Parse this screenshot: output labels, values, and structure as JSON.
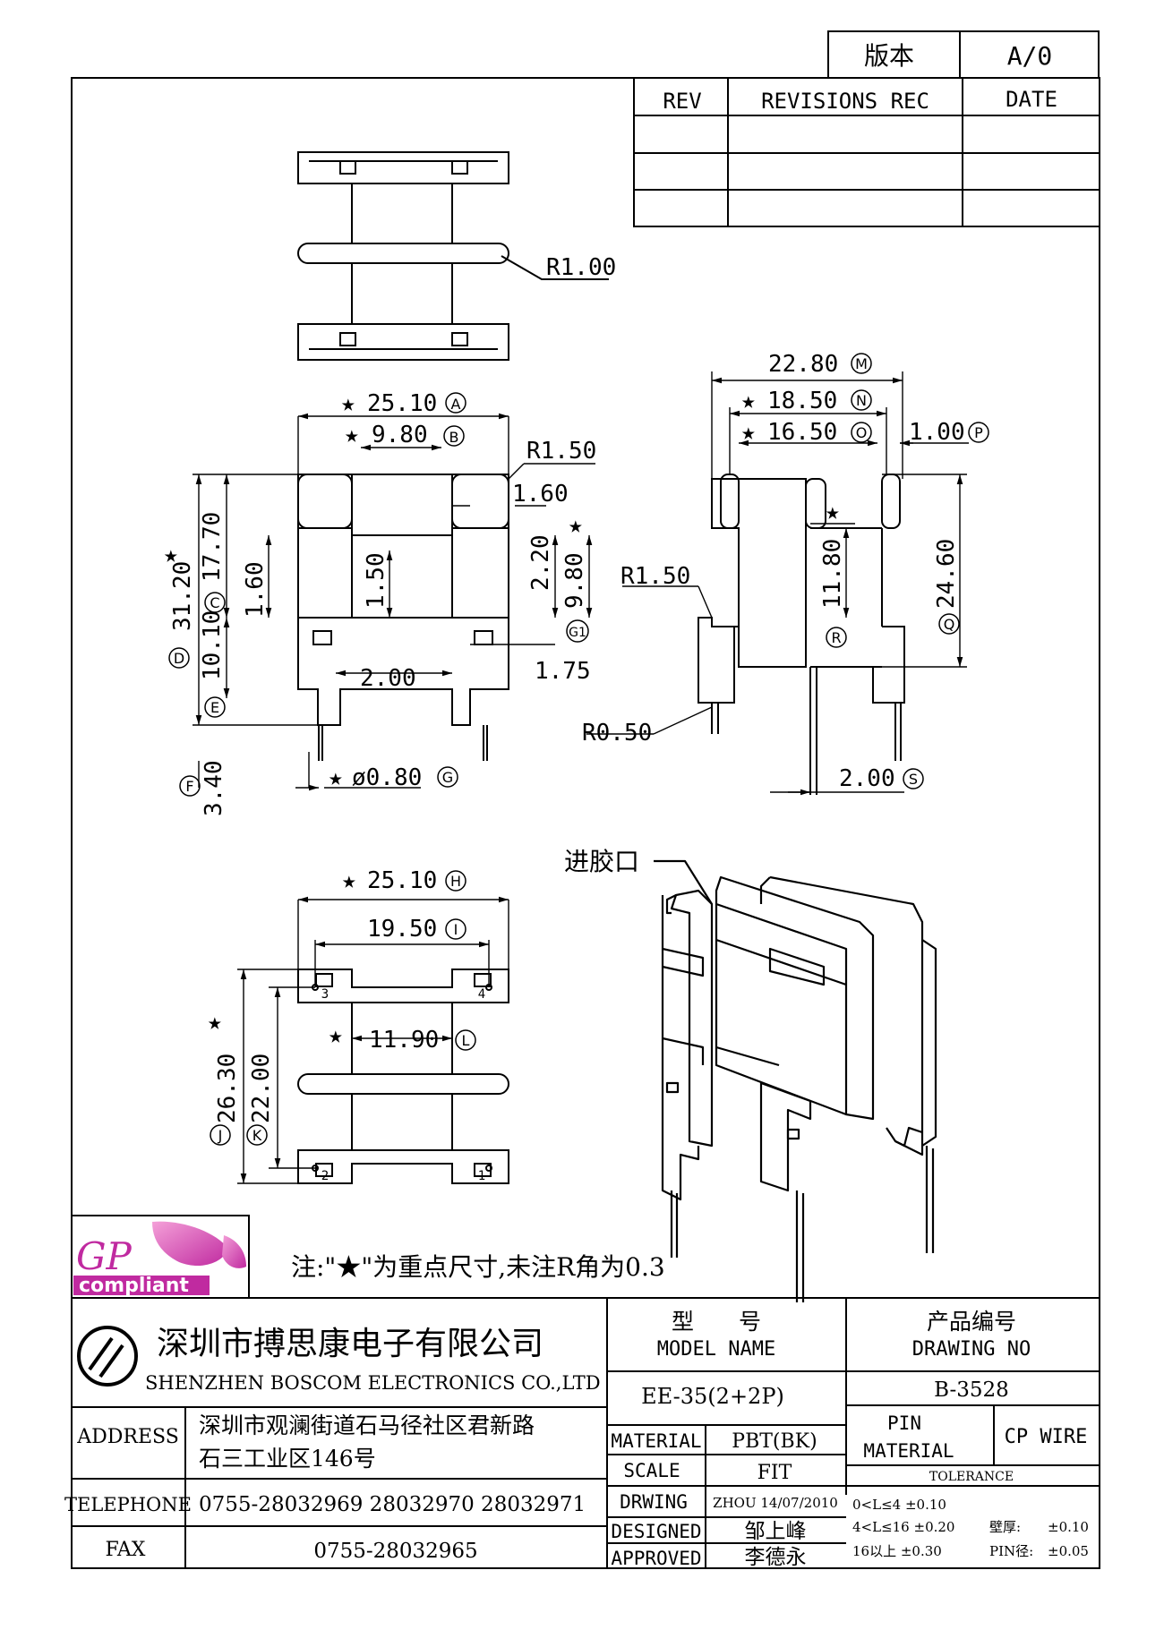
{
  "revision_box": {
    "version_label": "版本",
    "version_value": "A/0"
  },
  "revision_table": {
    "headers": [
      "REV",
      "REVISIONS REC",
      "DATE"
    ]
  },
  "top_view": {
    "r100": "R1.00"
  },
  "front_view": {
    "d_a": "25.10",
    "d_a_ref": "A",
    "d_b": "9.80",
    "d_b_ref": "B",
    "r150": "R1.50",
    "d_160h": "1.60",
    "d_220": "2.20",
    "d_980v": "9.80",
    "d_g1": "G1",
    "d_175": "1.75",
    "d_200": "2.00",
    "d_d": "31.20",
    "d_d_ref": "D",
    "d_c": "17.70",
    "d_c_ref": "C",
    "d_160v": "1.60",
    "d_150v": "1.50",
    "d_e": "10.10",
    "d_e_ref": "E",
    "d_f": "3.40",
    "d_f_ref": "F",
    "d_g": "ø0.80",
    "d_g_ref": "G",
    "star": "★"
  },
  "side_view": {
    "d_m": "22.80",
    "d_m_ref": "M",
    "d_n": "18.50",
    "d_n_ref": "N",
    "d_o": "16.50",
    "d_o_ref": "O",
    "d_p": "1.00",
    "d_p_ref": "P",
    "r150": "R1.50",
    "d_r": "11.80",
    "d_r_ref": "R",
    "d_q": "24.60",
    "d_q_ref": "Q",
    "r050": "R0.50",
    "d_s": "2.00",
    "d_s_ref": "S"
  },
  "bottom_view": {
    "d_h": "25.10",
    "d_h_ref": "H",
    "d_i": "19.50",
    "d_i_ref": "I",
    "d_l": "11.90",
    "d_l_ref": "L",
    "d_j": "26.30",
    "d_j_ref": "J",
    "d_k": "22.00",
    "d_k_ref": "K",
    "pins": [
      "3",
      "4",
      "2",
      "1"
    ]
  },
  "iso_view": {
    "gate_label": "进胶口"
  },
  "logo": {
    "gp": "GP",
    "compliant": "compliant"
  },
  "note": "注:\"★\"为重点尺寸,未注R角为0.3",
  "company": {
    "name_cn": "深圳市搏思康电子有限公司",
    "name_en": "SHENZHEN BOSCOM ELECTRONICS CO.,LTD"
  },
  "contact": {
    "address_label": "ADDRESS",
    "address_line1": "深圳市观澜街道石马径社区君新路",
    "address_line2": "石三工业区146号",
    "telephone_label": "TELEPHONE",
    "telephone": "0755-28032969 28032970 28032971",
    "fax_label": "FAX",
    "fax": "0755-28032965"
  },
  "title_block": {
    "model_cn": "型　　号",
    "model_en": "MODEL NAME",
    "model_value": "EE-35(2+2P)",
    "drawing_cn": "产品编号",
    "drawing_en": "DRAWING NO",
    "drawing_value": "B-3528",
    "material_label": "MATERIAL",
    "material_value": "PBT(BK)",
    "scale_label": "SCALE",
    "scale_value": "FIT",
    "drwing_label": "DRWING",
    "drwing_value": "ZHOU 14/07/2010",
    "designed_label": "DESIGNED",
    "designed_value": "邹上峰",
    "approved_label": "APPROVED",
    "approved_value": "李德永",
    "pin_label1": "PIN",
    "pin_label2": "MATERIAL",
    "pin_value": "CP WIRE",
    "tolerance_label": "TOLERANCE",
    "tol_row1": "0<L≤4 ±0.10",
    "tol_row2": "4<L≤16 ±0.20",
    "tol_row3": "16以上 ±0.30",
    "wall_label": "壁厚:",
    "wall_value": "±0.10",
    "pin_dia_label": "PIN径:",
    "pin_dia_value": "±0.05"
  }
}
